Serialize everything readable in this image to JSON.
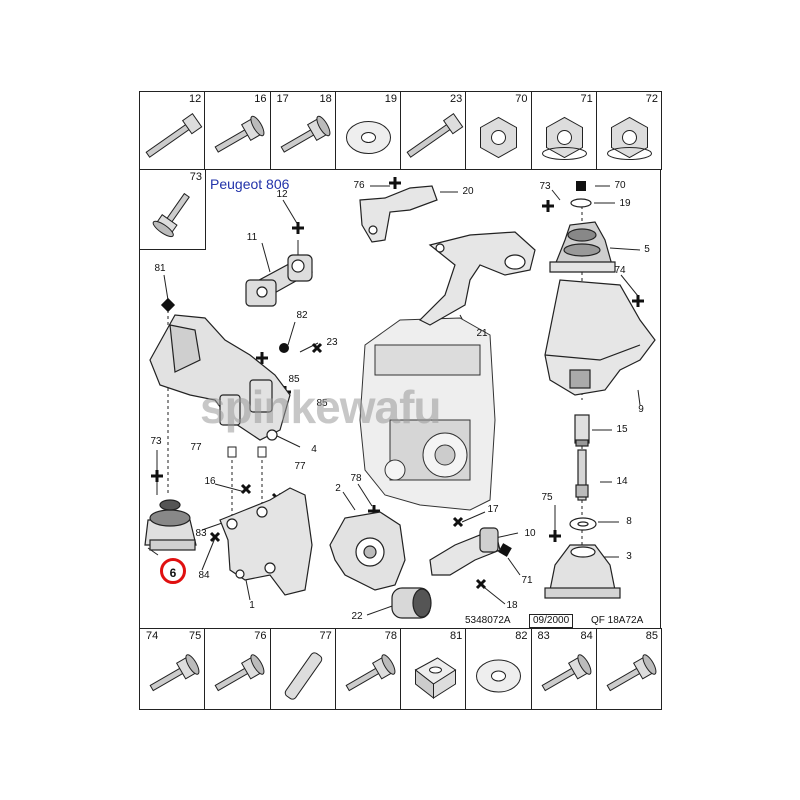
{
  "title": "Peugeot 806",
  "top_row": [
    {
      "a": "",
      "b": "12",
      "icon": "long-bolt-icon"
    },
    {
      "a": "",
      "b": "16",
      "icon": "shoulder-bolt-icon"
    },
    {
      "a": "17",
      "b": "18",
      "icon": "flange-bolt-icon"
    },
    {
      "a": "",
      "b": "19",
      "icon": "washer-icon"
    },
    {
      "a": "",
      "b": "23",
      "icon": "long-screw-icon"
    },
    {
      "a": "",
      "b": "70",
      "icon": "hex-nut-icon"
    },
    {
      "a": "",
      "b": "71",
      "icon": "flange-nut-icon"
    },
    {
      "a": "",
      "b": "72",
      "icon": "flange-nut-icon"
    }
  ],
  "left_cell": {
    "a": "",
    "b": "73",
    "icon": "flange-bolt-icon"
  },
  "bottom_row": [
    {
      "a": "74",
      "b": "75",
      "icon": "flange-bolt-icon"
    },
    {
      "a": "",
      "b": "76",
      "icon": "flange-bolt-icon"
    },
    {
      "a": "",
      "b": "77",
      "icon": "stud-icon"
    },
    {
      "a": "",
      "b": "78",
      "icon": "flange-bolt-icon"
    },
    {
      "a": "",
      "b": "81",
      "icon": "square-nut-icon"
    },
    {
      "a": "",
      "b": "82",
      "icon": "washer-icon"
    },
    {
      "a": "83",
      "b": "84",
      "icon": "hex-bolt-icon"
    },
    {
      "a": "",
      "b": "85",
      "icon": "flange-bolt-icon"
    }
  ],
  "callouts": {
    "c12": "12",
    "c11": "11",
    "c81": "81",
    "c82": "82",
    "c23": "23",
    "c85a": "85",
    "c85b": "85",
    "c4": "4",
    "c73a": "73",
    "c77a": "77",
    "c77b": "77",
    "c16": "16",
    "c83": "83",
    "c84": "84",
    "c1": "1",
    "c6": "6",
    "c76": "76",
    "c20": "20",
    "c21": "21",
    "c2": "2",
    "c78": "78",
    "c22": "22",
    "c17": "17",
    "c10": "10",
    "c71": "71",
    "c18": "18",
    "c73b": "73",
    "c70": "70",
    "c19": "19",
    "c5": "5",
    "c74": "74",
    "c9": "9",
    "c15": "15",
    "c14": "14",
    "c75": "75",
    "c8": "8",
    "c3": "3"
  },
  "refs": {
    "code": "5348072A",
    "date": "09/2000",
    "qf": "QF 18A72A"
  },
  "watermark": "spinkewafu"
}
